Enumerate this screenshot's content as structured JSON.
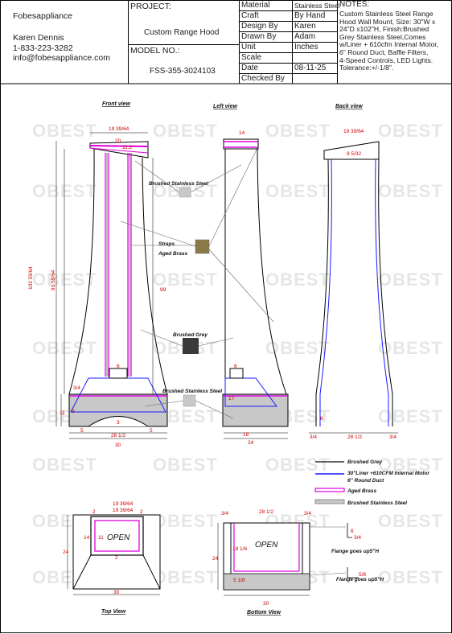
{
  "company": {
    "name": "Fobesappliance",
    "contact": "Karen Dennis",
    "phone": "1-833-223-3282",
    "email": "info@fobesappliance.com"
  },
  "project": {
    "label": "PROJECT:",
    "name": "Custom Range Hood",
    "model_label": "MODEL NO.:",
    "model": "FSS-355-3024103"
  },
  "specs": [
    {
      "label": "Material",
      "value": "Stainless Steel"
    },
    {
      "label": "Craft",
      "value": "By Hand"
    },
    {
      "label": "Design By",
      "value": "Karen"
    },
    {
      "label": "Drawn By",
      "value": "Adam"
    },
    {
      "label": "Unit",
      "value": "Inches"
    },
    {
      "label": "Scale",
      "value": ""
    },
    {
      "label": "Date",
      "value": "08-11-25"
    },
    {
      "label": "Checked By",
      "value": ""
    }
  ],
  "notes": {
    "label": "NOTES:",
    "lines": [
      "Custom Stainless Steel  Range",
      "Hood Wall Mount, Size: 30\"W x",
      "24\"D x102\"H, Finish:Brushed",
      "Grey Stainless Steel,Comes",
      "w/Liner + 610cfm Internal Motor,",
      "6\" Round Duct, Baffle Filters,",
      "4-Speed Controls, LED Lights.",
      "Tolerance:+/-1/8\"."
    ]
  },
  "views": {
    "front": "Front view",
    "left": "Left view",
    "back": "Back view",
    "top": "Top View",
    "bottom": "Bottom View"
  },
  "callouts": {
    "brushed_stainless": "Brushed Stainless Steel",
    "straps": "Straps",
    "aged_brass": "Aged Brass",
    "brushed_grey": "Brushed Grey",
    "brushed_stainless_2": "Brushed Stainless Steel",
    "open": "OPEN",
    "flange_1": "Flange goes up5\"H",
    "flange_2": "Flange goes up5\"H"
  },
  "legend": [
    {
      "label": "Brushed Grey",
      "color": "#333333"
    },
    {
      "label": "30\"Liner +610CFM Internal Motor",
      "label2": "6\" Round Duct",
      "color": "#1a1aff"
    },
    {
      "label": "Aged Brass",
      "color": "#e000e0"
    },
    {
      "label": "Brushed Stainless Steel",
      "color": "#777777"
    }
  ],
  "swatches": {
    "stainless": "#c8c8c8",
    "brass": "#8a7a4a",
    "grey": "#3a3a3a"
  },
  "dims": {
    "front_top_w": "19 39/64",
    "front_20": "20",
    "front_angle": "11.2°",
    "front_h_total": "102 59/64",
    "front_h_body": "91 59/64",
    "front_99": "99",
    "front_6": "6",
    "front_3_4": "3/4",
    "front_11": "11",
    "front_9": "9",
    "front_3": "3",
    "front_5a": "5",
    "front_5b": "5",
    "front_28": "28 1/2",
    "front_30": "30",
    "left_14": "14",
    "left_6": "6",
    "left_17": "17",
    "left_18": "18",
    "left_24": "24",
    "back_top_w": "19 39/64",
    "back_9": "9 5/32",
    "back_6": "6",
    "back_3_4a": "3/4",
    "back_28": "28 1/2",
    "back_3_4b": "3/4",
    "top_19a": "19 39/64",
    "top_19b": "19 39/64",
    "top_2a": "2",
    "top_2b": "2",
    "top_2c": "2",
    "top_14": "14",
    "top_11": "11",
    "top_24": "24",
    "top_30": "30",
    "bot_3_4a": "3/4",
    "bot_28": "28 1/2",
    "bot_3_4b": "3/4",
    "bot_18": "18 1/6",
    "bot_24": "24",
    "bot_5": "5 1/8",
    "bot_30": "30",
    "bot_6": "6",
    "bot_3_4c": "3/4",
    "bot_5_8": "5/8"
  },
  "watermark": "OBEST"
}
